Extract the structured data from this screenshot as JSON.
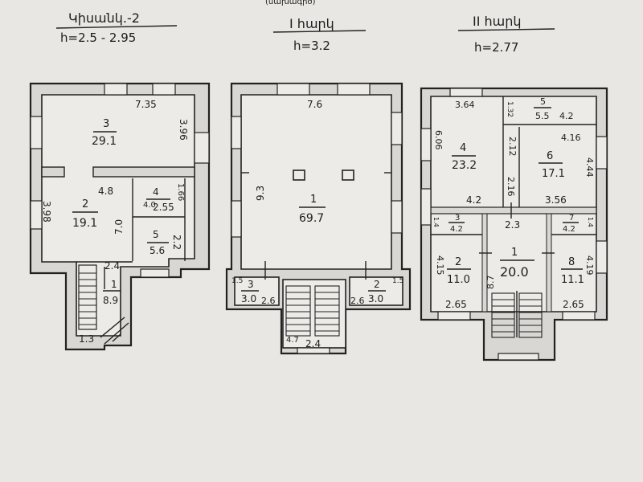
{
  "header": {
    "top_cutoff": "(նախագիծ)"
  },
  "plans": [
    {
      "id": "basement",
      "title": "Կիսանկ.-2",
      "height": "h=2.5 - 2.95",
      "rooms": [
        {
          "num": "3",
          "area": "29.1"
        },
        {
          "num": "2",
          "area": "19.1"
        },
        {
          "num": "4",
          "area": "2.55"
        },
        {
          "num": "5",
          "area": "5.6"
        },
        {
          "num": "1",
          "area": "8.9"
        }
      ],
      "dims": [
        "7.35",
        "3.96",
        "4.8",
        "3.98",
        "1.66",
        "4.0",
        "7.0",
        "2.2",
        "2.4",
        "1.3"
      ]
    },
    {
      "id": "first-floor",
      "title": "I հարկ",
      "height": "h=3.2",
      "rooms": [
        {
          "num": "1",
          "area": "69.7"
        },
        {
          "num": "3",
          "area": "3.0"
        },
        {
          "num": "2",
          "area": "3.0"
        }
      ],
      "dims": [
        "7.6",
        "9.3",
        "1.5",
        "2.6",
        "2.6",
        "1.5",
        "4.7",
        "2.4"
      ]
    },
    {
      "id": "second-floor",
      "title": "II հարկ",
      "height": "h=2.77",
      "rooms": [
        {
          "num": "5",
          "area": "5.5"
        },
        {
          "num": "4",
          "area": "23.2"
        },
        {
          "num": "6",
          "area": "17.1"
        },
        {
          "num": "3",
          "area": "4.2"
        },
        {
          "num": "7",
          "area": "4.2"
        },
        {
          "num": "2",
          "area": "11.0"
        },
        {
          "num": "1",
          "area": "20.0"
        },
        {
          "num": "8",
          "area": "11.1"
        }
      ],
      "dims": [
        "3.64",
        "1.32",
        "4.2",
        "6.06",
        "2.12",
        "4.16",
        "4.44",
        "2.16",
        "4.2",
        "3.56",
        "2.3",
        "1.4",
        "1.4",
        "4.15",
        "8.7",
        "4.19",
        "2.65",
        "2.65"
      ]
    }
  ]
}
